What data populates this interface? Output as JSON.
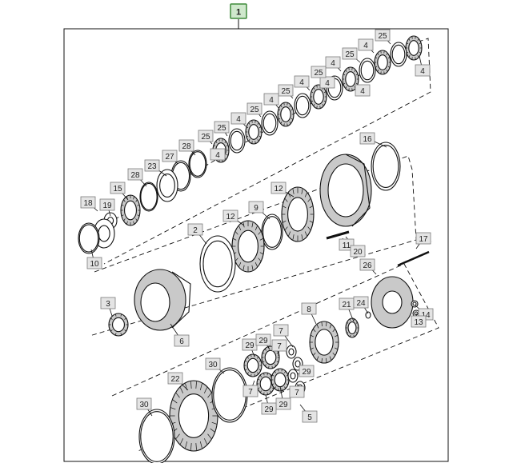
{
  "diagram": {
    "assembly_label": "1",
    "palette": {
      "assembly_label_fill": "#cfe8cc",
      "assembly_label_stroke": "#3f8a3a",
      "callout_fill": "#e4e4e4",
      "callout_stroke": "#7a7a7a",
      "line": "#111111",
      "part_fill": "#ffffff",
      "part_shade": "#c9c9c9"
    },
    "callouts": [
      "25",
      "4",
      "25",
      "4",
      "4",
      "25",
      "4",
      "25",
      "4",
      "25",
      "4",
      "25",
      "4",
      "25",
      "4",
      "4",
      "28",
      "27",
      "23",
      "28",
      "15",
      "18",
      "19",
      "16",
      "12",
      "9",
      "12",
      "2",
      "10",
      "11",
      "20",
      "17",
      "26",
      "3",
      "6",
      "8",
      "21",
      "24",
      "14",
      "13",
      "7",
      "29",
      "29",
      "7",
      "29",
      "7",
      "29",
      "29",
      "7",
      "5",
      "30",
      "22",
      "30"
    ]
  }
}
